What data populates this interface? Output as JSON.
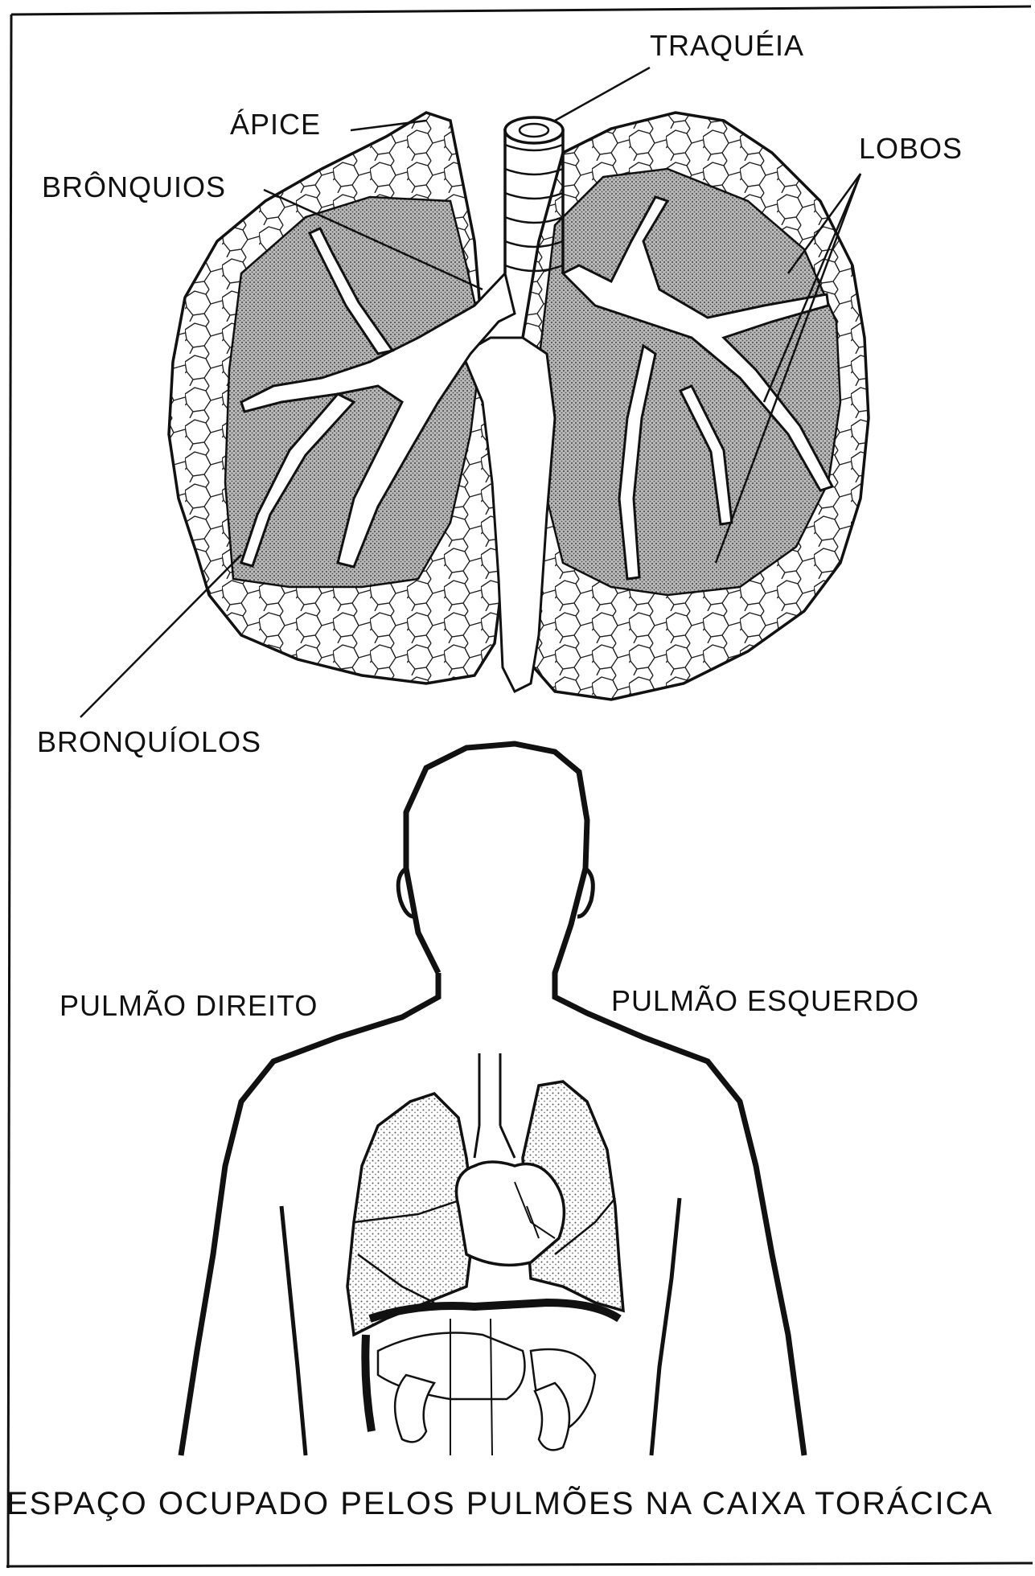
{
  "labels": {
    "traqueia": "TRAQUÉIA",
    "apice": "ÁPICE",
    "bronquios": "BRÔNQUIOS",
    "lobos": "LOBOS",
    "bronquiolos": "BRONQUÍOLOS",
    "pulmao_direito": "PULMÃO DIREITO",
    "pulmao_esquerdo": "PULMÃO ESQUERDO"
  },
  "caption": "ESPAÇO OCUPADO PELOS PULMÕES NA CAIXA TORÁCICA",
  "colors": {
    "ink": "#111111",
    "paper": "#ffffff",
    "stipple": "#9a9a9a"
  }
}
